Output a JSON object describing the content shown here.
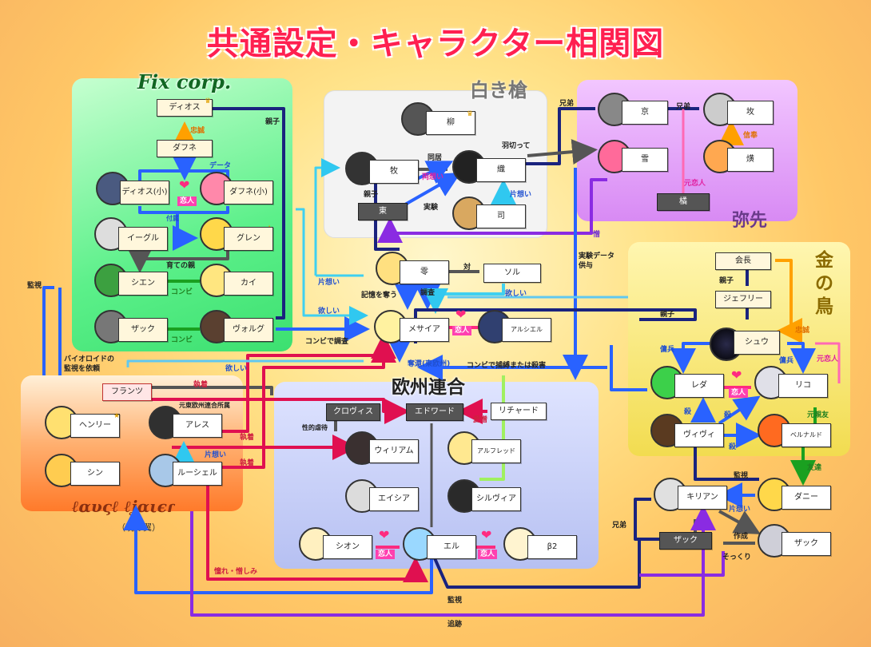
{
  "title": "共通設定・キャラクター相関図",
  "groups": {
    "fix": "Fix corp.",
    "shiroki": "白き槍",
    "misaki": "弥先",
    "kinnotori": "金の鳥",
    "oushu": "欧州連合",
    "akatsuki_script": "ℓαυςℓ ℓʝαιєɾ",
    "akatsuki": "（暁の翼）"
  },
  "nodes": {
    "dios": "ディオス",
    "dafune": "ダフネ",
    "dios_small": "ディオス(小)",
    "dafune_small": "ダフネ(小)",
    "eagle": "イーグル",
    "guren": "グレン",
    "shien": "シエン",
    "kai": "カイ",
    "zakk1": "ザック",
    "worg": "ヴォルグ",
    "yanagi": "柳",
    "maki": "牧",
    "ori": "織",
    "higashi": "東",
    "tsukasa": "司",
    "kyo": "京",
    "ko": "坆",
    "yuki": "雪",
    "ho": "熿",
    "tachibana": "橘",
    "rei": "零",
    "sol": "ソル",
    "messiah": "メサイア",
    "arcieru": "アルシエル",
    "kaicho": "会長",
    "jeffrey": "ジェフリー",
    "shu": "シュウ",
    "leda": "レダ",
    "riko": "リコ",
    "vivi": "ヴィヴィ",
    "bernard": "ベルナルド",
    "kirian": "キリアン",
    "danny": "ダニー",
    "zakk2": "ザック",
    "zakk3": "ザック",
    "franz": "フランツ",
    "henry": "ヘンリー",
    "ares": "アレス",
    "shin": "シン",
    "lucifer": "ルーシェル",
    "clovis": "クロヴィス",
    "edward": "エドワード",
    "richard": "リチャード",
    "william": "ウィリアム",
    "alfred": "アルフレッド",
    "asia": "エイシア",
    "silvia": "シルヴィア",
    "shion": "シオン",
    "eru": "エル",
    "beta2": "β2"
  },
  "labels": {
    "oyako": "親子",
    "chusei": "忠誠",
    "data": "データ",
    "koibito": "恋人",
    "tsukizoi": "付属",
    "sodate": "育ての親",
    "konbi": "コンビ",
    "doukyo": "同居",
    "ryouomoi": "両想い",
    "uragitte": "羽切って",
    "kataomoi": "片想い",
    "jikken": "実験",
    "kyodai": "兄弟",
    "shinpai": "信奉",
    "motokoibito": "元恋人",
    "nikui": "憎",
    "jikken_data": "実験データ",
    "kyouyo": "供与",
    "tai": "対",
    "kioku": "記憶を奪う",
    "chousa": "調査",
    "hoshii": "欲しい",
    "konbi_chousa": "コンビで調査",
    "dakkan": "奪還(東欧州)",
    "hokaku": "コンビで捕縛または殺害",
    "youhei": "傭兵",
    "koroshi": "殺",
    "motoshinyu": "元親友",
    "kanshi": "監視",
    "tomodachi": "友達",
    "sakusei": "作成",
    "sokkuri": "そっくり",
    "bio": "バイオロイドの",
    "bio2": "監視を依頼",
    "shuchaku": "執着",
    "moto_oushu": "元東欧州連合所属",
    "aiyoku": "愛憎",
    "seiteki": "性的虐待",
    "akogare": "憧れ・憎しみ",
    "tsuiseki": "追跡"
  },
  "colors": {
    "fix_bg": "#5cf08a",
    "shiroki_bg": "#f2f2f2",
    "misaki_bg": "#dd8cf7",
    "kin_bg": "#f7e86a",
    "oushu_bg": "#c8cff5",
    "akatsuki_bg": "#ff8a3a",
    "title": "#ff2050",
    "navy": "#1a237e",
    "blue": "#2962ff",
    "cyan": "#40d0f0",
    "red": "#e01050",
    "purple": "#8a2be2",
    "gray": "#555555",
    "orange": "#ffa000",
    "green": "#1aa020",
    "lightgreen": "#b0ff70"
  }
}
